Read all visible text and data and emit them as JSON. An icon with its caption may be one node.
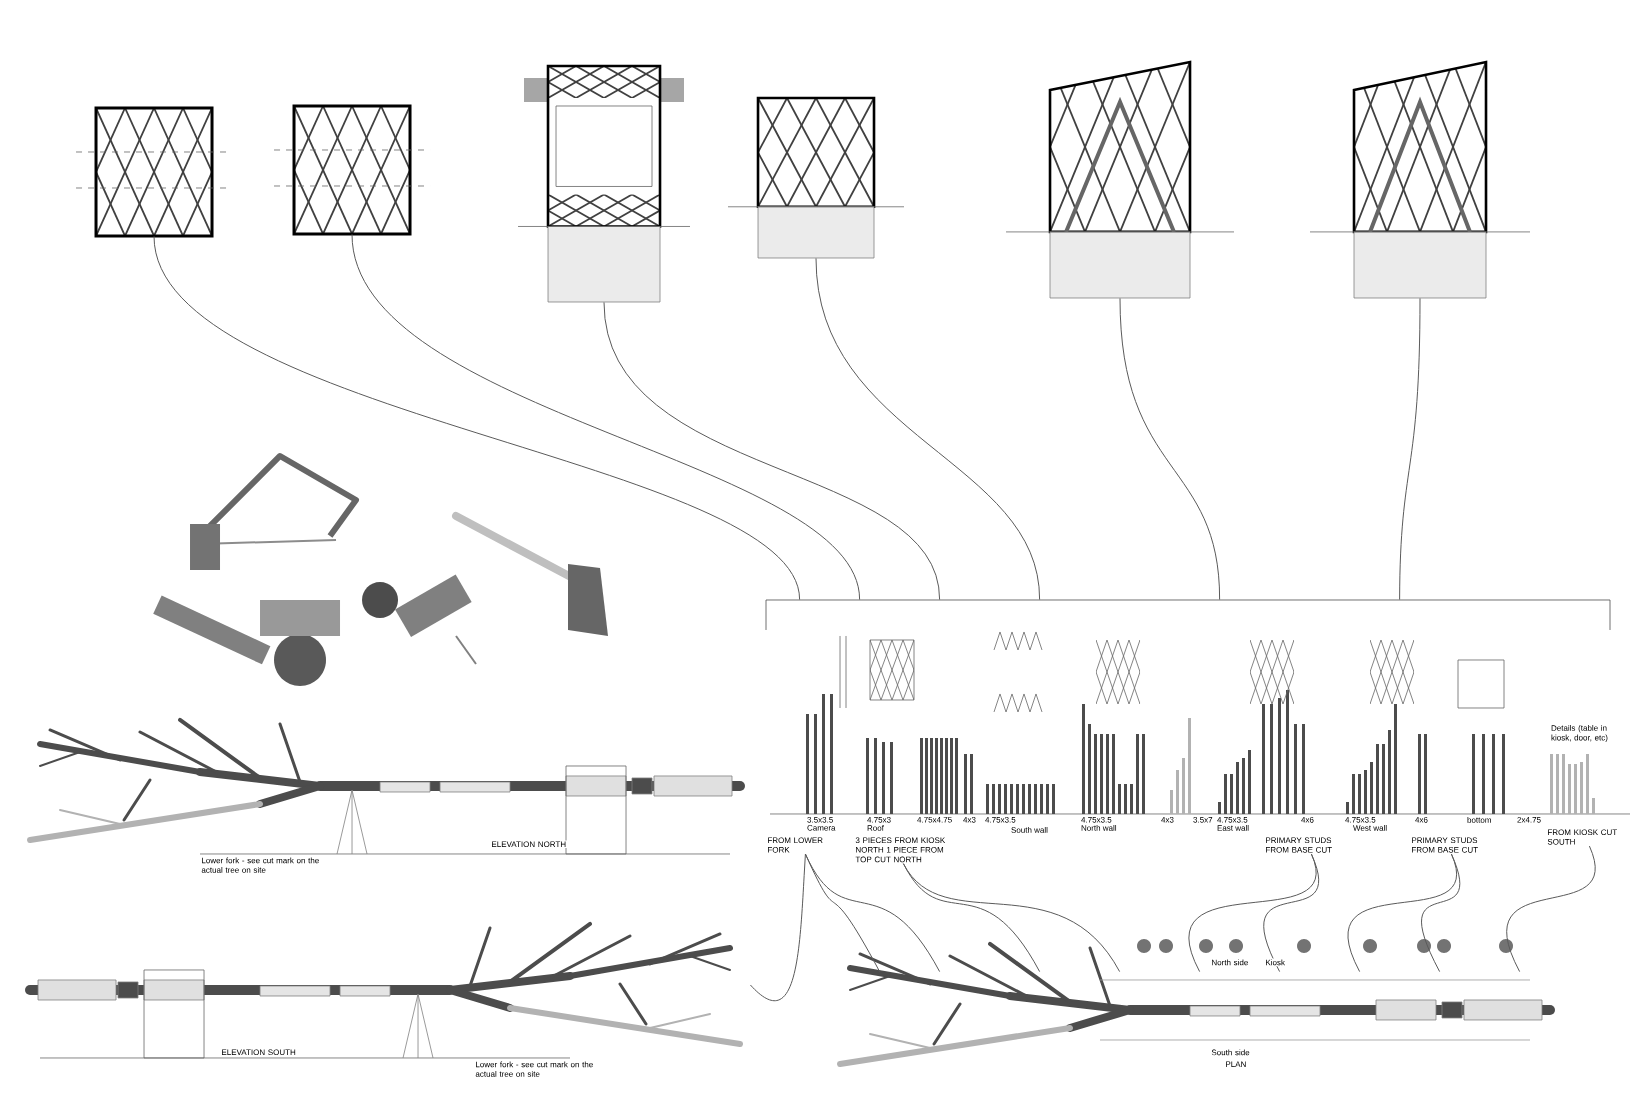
{
  "diagram": {
    "nodes": [
      {
        "text": [],
        "shape": "picture"
      },
      {
        "text": [],
        "shape": "picture"
      },
      {
        "text": [],
        "shape": "picture"
      },
      {
        "text": [],
        "shape": "picture"
      },
      {
        "text": [],
        "shape": "picture"
      },
      {
        "text": [],
        "shape": "picture"
      },
      {
        "text": [],
        "shape": "bar"
      },
      {
        "text": [
          "ELEVATION NORTH",
          "Lower fork - see cut mark on the actual tree on site"
        ]
      },
      {
        "text": [
          "ELEVATION SOUTH",
          "Lower fork - see cut mark on the actual tree on site"
        ]
      },
      {
        "text": [
          "North side",
          "Kiosk",
          "South side",
          "PLAN"
        ]
      },
      {
        "text": [
          "FROM LOWER FORK"
        ]
      },
      {
        "text": [
          "3 PIECES FROM KIOSK NORTH 1 PIECE FROM TOP CUT NORTH"
        ]
      },
      {
        "text": [
          "PRIMARY STUDS FROM BASE CUT"
        ]
      },
      {
        "text": [
          "PRIMARY STUDS FROM BASE CUT"
        ]
      },
      {
        "text": [
          "FROM KIOSK CUT SOUTH"
        ]
      }
    ],
    "edges": [
      {
        "from": 0,
        "to": 6,
        "arrow": "none"
      },
      {
        "from": 1,
        "to": 6,
        "arrow": "none"
      },
      {
        "from": 2,
        "to": 6,
        "arrow": "none"
      },
      {
        "from": 3,
        "to": 6,
        "arrow": "none"
      },
      {
        "from": 4,
        "to": 6,
        "arrow": "none"
      },
      {
        "from": 5,
        "to": 6,
        "arrow": "none"
      },
      {
        "from": 8,
        "to": 10,
        "arrow": "none"
      },
      {
        "from": 10,
        "to": 9,
        "arrow": "none"
      },
      {
        "from": 11,
        "to": 9,
        "arrow": "none"
      },
      {
        "from": 12,
        "to": 9,
        "arrow": "none"
      },
      {
        "from": 13,
        "to": 9,
        "arrow": "none"
      },
      {
        "from": 14,
        "to": 9,
        "arrow": "none"
      },
      {
        "from": 11,
        "to": 9,
        "arrow": "none"
      },
      {
        "from": 12,
        "to": 9,
        "arrow": "none"
      },
      {
        "from": 13,
        "to": 9,
        "arrow": "none"
      },
      {
        "from": 10,
        "to": 9,
        "arrow": "none"
      }
    ],
    "labels": [
      "3.5x3.5",
      "Camera",
      "4.75x3",
      "Roof",
      "4.75x4.75",
      "4x3",
      "4.75x3.5",
      "South wall",
      "4.75x3.5",
      "North wall",
      "4x3",
      "3.5x7",
      "4.75x3.5",
      "East wall",
      "4x6",
      "4.75x3.5",
      "West wall",
      "4x6",
      "bottom",
      "2x4.75",
      "Details (table in kiosk, door, etc)"
    ]
  }
}
